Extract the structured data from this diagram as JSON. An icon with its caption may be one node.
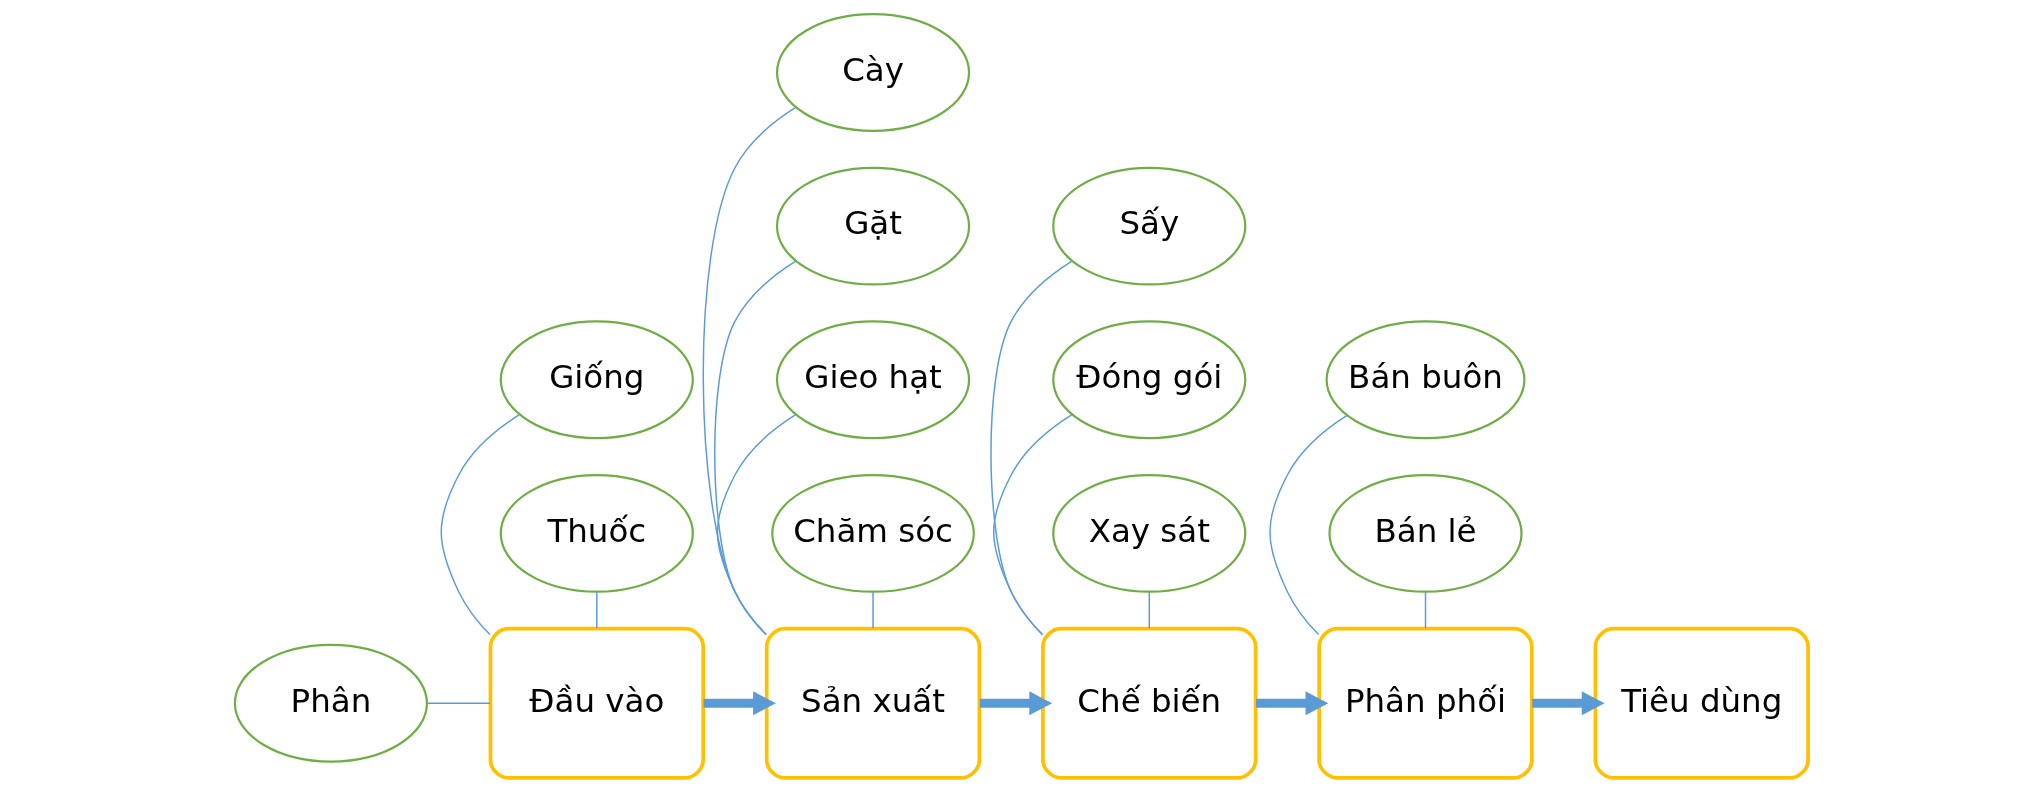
{
  "diagram": {
    "nodes": [
      {
        "text": [
          "Giống"
        ]
      },
      {
        "text": [
          "Cày"
        ]
      },
      {
        "text": [
          "Gặt"
        ]
      },
      {
        "text": [
          "Sấy"
        ]
      },
      {
        "text": [
          "Đóng gói"
        ]
      },
      {
        "text": [
          "Bán buôn"
        ]
      },
      {
        "text": [
          "Phân"
        ]
      },
      {
        "text": [
          "Đầu vào"
        ]
      },
      {
        "text": [
          "Sản xuất"
        ]
      },
      {
        "text": [
          "Chế biến"
        ]
      },
      {
        "text": [
          "Phân phối"
        ]
      },
      {
        "text": [
          "Tiêu dùng"
        ]
      },
      {
        "text": [
          "Thuốc"
        ]
      },
      {
        "text": [
          "Gieo hạt"
        ]
      },
      {
        "text": [
          "Chăm sóc"
        ]
      },
      {
        "text": [
          "Xay sát"
        ]
      },
      {
        "text": [
          "Bán lẻ"
        ]
      }
    ],
    "edges": [
      {
        "from": 7,
        "to": 8,
        "arrow": "to",
        "style": "thick"
      },
      {
        "from": 8,
        "to": 9,
        "arrow": "to",
        "style": "thick"
      },
      {
        "from": 9,
        "to": 10,
        "arrow": "to",
        "style": "thick"
      },
      {
        "from": 10,
        "to": 11,
        "arrow": "to",
        "style": "thick"
      },
      {
        "from": 0,
        "to": 7,
        "arrow": "none"
      },
      {
        "from": 6,
        "to": 7,
        "arrow": "none"
      },
      {
        "from": 12,
        "to": 7,
        "arrow": "none"
      },
      {
        "from": 1,
        "to": 8,
        "arrow": "none"
      },
      {
        "from": 2,
        "to": 8,
        "arrow": "none"
      },
      {
        "from": 13,
        "to": 8,
        "arrow": "none"
      },
      {
        "from": 14,
        "to": 8,
        "arrow": "none"
      },
      {
        "from": 3,
        "to": 9,
        "arrow": "none"
      },
      {
        "from": 4,
        "to": 9,
        "arrow": "none"
      },
      {
        "from": 15,
        "to": 9,
        "arrow": "none"
      },
      {
        "from": 5,
        "to": 10,
        "arrow": "none"
      },
      {
        "from": 16,
        "to": 10,
        "arrow": "none"
      }
    ]
  }
}
